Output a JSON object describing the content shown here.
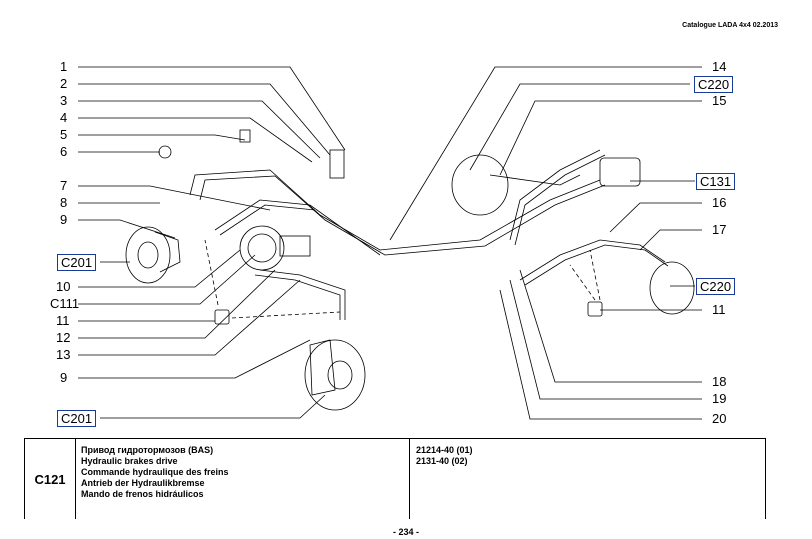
{
  "header": {
    "catalogue": "Catalogue LADA 4x4  02.2013"
  },
  "left_labels": [
    "1",
    "2",
    "3",
    "4",
    "5",
    "6",
    "7",
    "8",
    "9",
    "C201",
    "10",
    "C111",
    "11",
    "12",
    "13",
    "9",
    "C201"
  ],
  "right_labels": [
    "14",
    "C220",
    "15",
    "C131",
    "16",
    "17",
    "C220",
    "11",
    "18",
    "19",
    "20"
  ],
  "table": {
    "code": "C121",
    "descriptions": [
      "Привод гидротормозов (BAS)",
      "Hydraulic brakes drive",
      "Commande hydraulique des freins",
      "Antrieb der Hydraulikbremse",
      "Mando de frenos hidráulicos"
    ],
    "models": [
      "21214-40 (01)",
      "2131-40 (02)"
    ]
  },
  "footer": {
    "page": "- 234 -"
  }
}
